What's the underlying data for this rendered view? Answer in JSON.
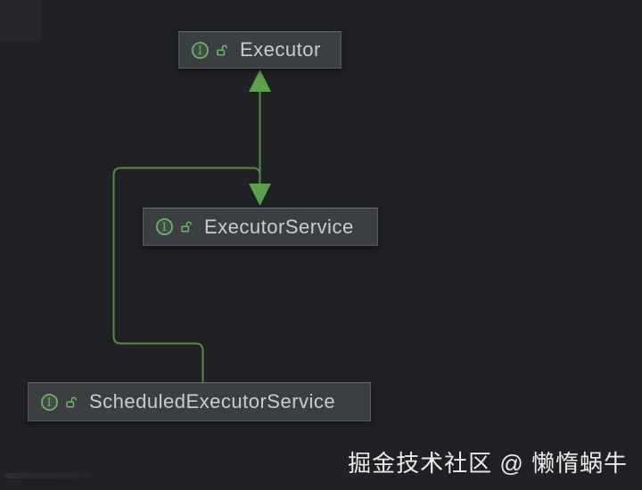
{
  "diagram": {
    "tool_style": "intellij-uml-dark",
    "interface_letter": "I",
    "colors": {
      "background": "#1f2124",
      "node_fill": "#3c3f41",
      "node_border": "#55585a",
      "node_text": "#c9cbcd",
      "edge": "#568b43",
      "arrow": "#5ba04a",
      "icon_green": "#6cb26a"
    },
    "nodes": [
      {
        "label": "Executor",
        "kind": "interface",
        "visibility_icon": "unlocked-padlock-icon"
      },
      {
        "label": "ExecutorService",
        "kind": "interface",
        "visibility_icon": "unlocked-padlock-icon"
      },
      {
        "label": "ScheduledExecutorService",
        "kind": "interface",
        "visibility_icon": "unlocked-padlock-icon"
      }
    ],
    "edges": [
      {
        "from": "ExecutorService",
        "to": "Executor",
        "relation": "extends"
      },
      {
        "from": "ScheduledExecutorService",
        "to": "ExecutorService",
        "relation": "extends"
      }
    ]
  },
  "watermark": {
    "text": "掘金技术社区 @ 懒惰蜗牛"
  }
}
